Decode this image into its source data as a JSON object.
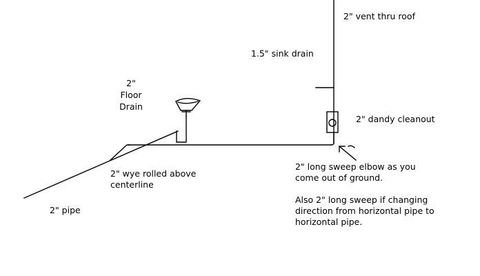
{
  "labels": {
    "vent": "2\" vent thru roof",
    "sink_drain": "1.5\" sink drain",
    "floor_drain_size": "2\"",
    "floor_drain_word1": "Floor",
    "floor_drain_word2": "Drain",
    "cleanout": "2\" dandy cleanout",
    "elbow_line1": "2\" long sweep elbow as you",
    "elbow_line2": "come out of ground.",
    "sweep_line1": "Also 2\" long sweep if changing",
    "sweep_line2": "direction from horizontal pipe to",
    "sweep_line3": "horizontal pipe.",
    "wye_line1": "2\" wye rolled above",
    "wye_line2": "centerline",
    "pipe": "2\" pipe"
  },
  "colors": {
    "background": "#ffffff",
    "ink": "#000000"
  }
}
